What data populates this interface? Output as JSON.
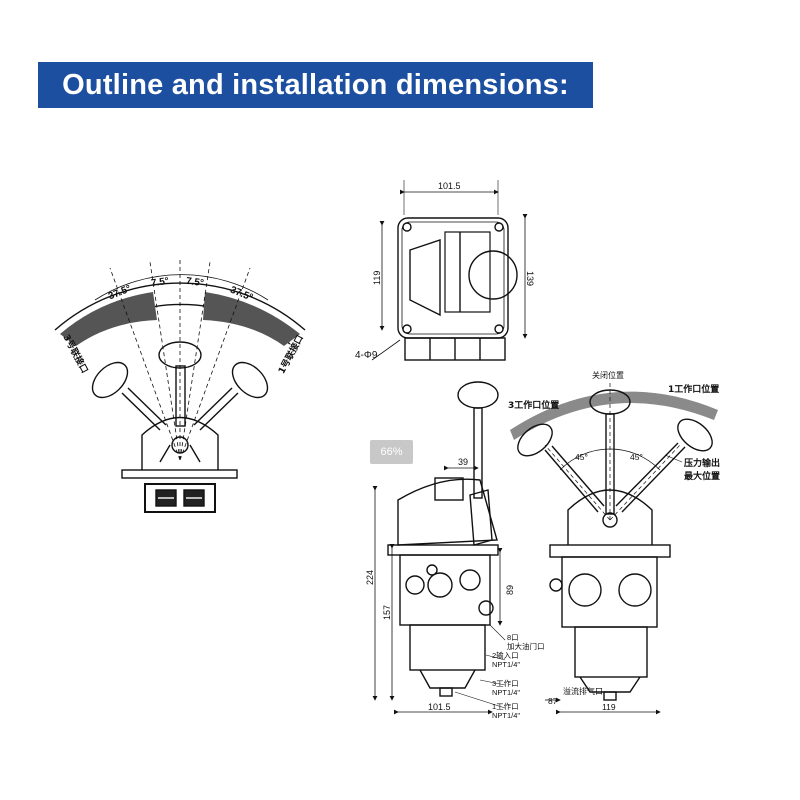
{
  "title": "Outline and installation dimensions:",
  "zoom_badge": "66%",
  "colors": {
    "banner_bg": "#1d4fa0",
    "banner_text": "#ffffff",
    "line": "#111111",
    "sector_fill": "#555555",
    "arc_band": "#8a8a8a"
  },
  "left_view": {
    "angles": [
      "37.5°",
      "7.5°",
      "7.5°",
      "37.5°"
    ],
    "port_left": "3号联接口",
    "port_right": "1号联接口"
  },
  "top_view": {
    "width_dim": "101.5",
    "height_dim_left": "119",
    "height_dim_right": "139",
    "holes": "4-Φ9"
  },
  "side_view": {
    "offset_dim": "39",
    "height_total": "224",
    "height_lower": "157",
    "height_port": "89",
    "bottom_dim": "101.5",
    "callouts": [
      "8口",
      "加大油门口",
      "2输入口",
      "NPT1/4\"",
      "3工作口",
      "NPT1/4\"",
      "1工作口",
      "NPT1/4\""
    ]
  },
  "front_view": {
    "pos_neutral": "关闭位置",
    "pos_work3": "3工作口位置",
    "pos_work1": "1工作口位置",
    "angle_left": "45°",
    "angle_right": "45°",
    "pressure_max_1": "压力输出",
    "pressure_max_2": "最大位置",
    "overflow": "溢流排气口",
    "dim_small": "87",
    "dim_width": "119"
  }
}
